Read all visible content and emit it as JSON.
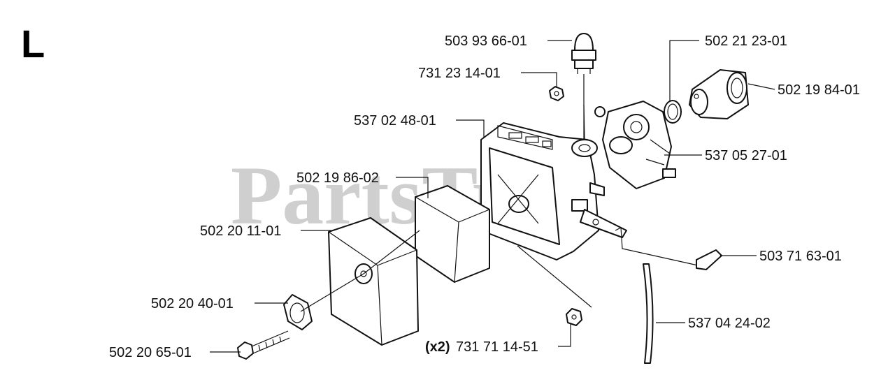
{
  "section_letter": "L",
  "watermark": "PartsTree",
  "parts": [
    {
      "id": "503 93 66-01",
      "name": "primer-bulb"
    },
    {
      "id": "731 23 14-01",
      "name": "nut-top"
    },
    {
      "id": "502 21 23-01",
      "name": "o-ring"
    },
    {
      "id": "502 19 84-01",
      "name": "intake-elbow"
    },
    {
      "id": "537 02 48-01",
      "name": "air-filter-housing"
    },
    {
      "id": "537 05 27-01",
      "name": "carburetor"
    },
    {
      "id": "502 19 86-02",
      "name": "air-filter"
    },
    {
      "id": "502 20 11-01",
      "name": "filter-cover"
    },
    {
      "id": "503 71 63-01",
      "name": "throttle-rod"
    },
    {
      "id": "502 20 40-01",
      "name": "knob"
    },
    {
      "id": "537 04 24-02",
      "name": "fuel-hose"
    },
    {
      "id": "502 20 65-01",
      "name": "screw"
    },
    {
      "id": "731 71 14-51",
      "name": "nut-bottom",
      "qty": "(x2)"
    }
  ]
}
